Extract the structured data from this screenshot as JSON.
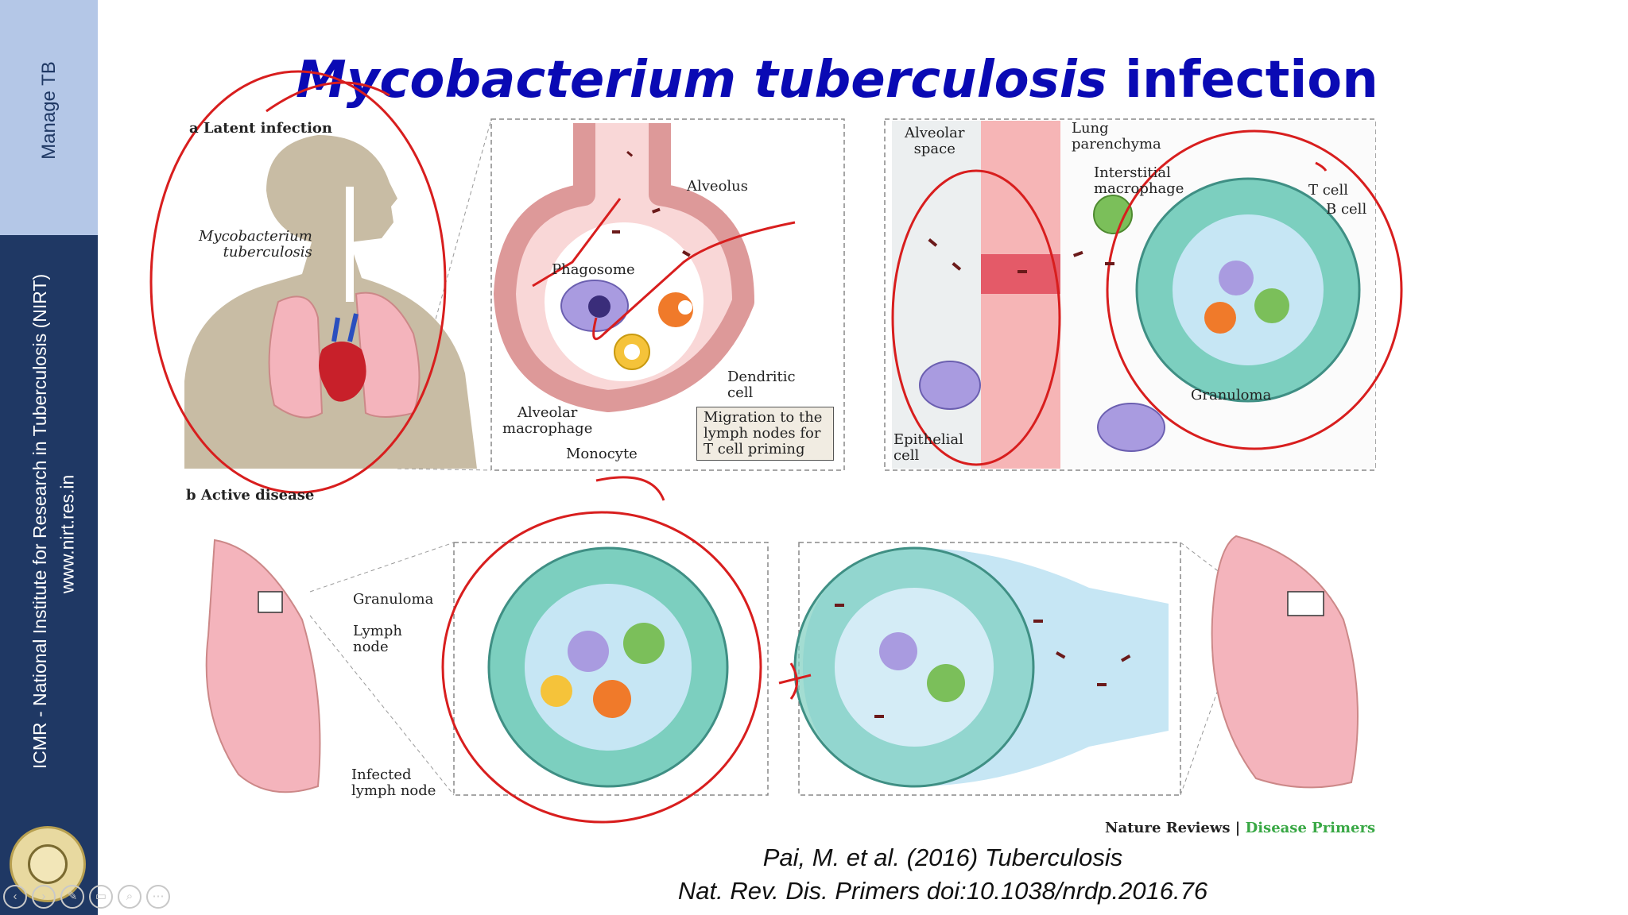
{
  "sidebar": {
    "section_label": "Manage TB",
    "institute": "ICMR - National Institute for Research in Tuberculosis (NIRT)",
    "website": "www.nirt.res.in",
    "logo_icon": "nirt-emblem-icon"
  },
  "slide": {
    "title_italic": "Mycobacterium tuberculosis",
    "title_rest": " infection"
  },
  "figure": {
    "panel_a": "a  Latent infection",
    "panel_b": "b  Active disease",
    "labels": {
      "mtb": "Mycobacterium\ntuberculosis",
      "alveolus": "Alveolus",
      "phagosome": "Phagosome",
      "alveolar_macrophage": "Alveolar\nmacrophage",
      "monocyte": "Monocyte",
      "dendritic_cell": "Dendritic\ncell",
      "migration": "Migration to the\nlymph nodes for\nT cell priming",
      "alveolar_space": "Alveolar\nspace",
      "lung_parenchyma": "Lung\nparenchyma",
      "interstitial_macrophage": "Interstitial\nmacrophage",
      "t_cell": "T cell",
      "b_cell": "B cell",
      "granuloma_a": "Granuloma",
      "epithelial_cell": "Epithelial\ncell",
      "granuloma_b": "Granuloma",
      "lymph_node": "Lymph\nnode",
      "infected_lymph_node": "Infected\nlymph node"
    },
    "source_journal": "Nature Reviews",
    "source_separator": " | ",
    "source_series": "Disease Primers"
  },
  "citation": {
    "line1": "Pai, M. et al. (2016) Tuberculosis",
    "line2": "Nat. Rev. Dis. Primers doi:10.1038/nrdp.2016.76"
  },
  "nav_buttons": [
    {
      "icon": "previous-icon",
      "glyph": "‹"
    },
    {
      "icon": "next-icon",
      "glyph": "›"
    },
    {
      "icon": "pen-icon",
      "glyph": "✎"
    },
    {
      "icon": "slides-icon",
      "glyph": "▭"
    },
    {
      "icon": "zoom-icon",
      "glyph": "⌕"
    },
    {
      "icon": "more-icon",
      "glyph": "⋯"
    }
  ],
  "colors": {
    "title": "#0a0ab4",
    "sidebar_light": "#b4c7e7",
    "sidebar_dark": "#1f3864",
    "annotation": "#d81e1e",
    "disease_primers": "#39a845"
  }
}
